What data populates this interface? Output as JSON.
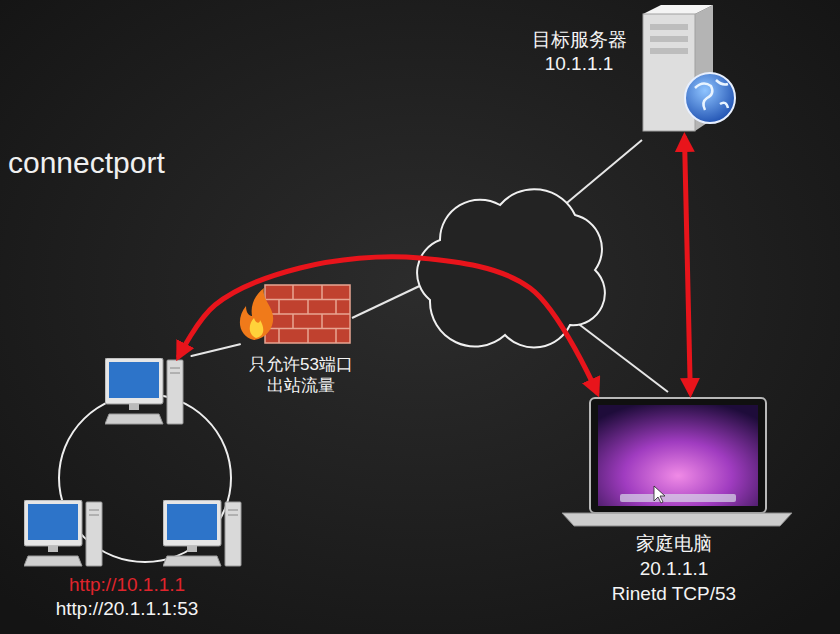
{
  "diagram": {
    "nodes": [
      {
        "text": [
          "目标服务器",
          "10.1.1.1"
        ]
      },
      {
        "text": [
          "只允许53端口 出站流量"
        ]
      },
      {
        "text": [
          "http://10.1.1.1",
          "http://20.1.1.1:53"
        ]
      },
      {
        "text": [
          "家庭电脑",
          "20.1.1.1",
          "Rinetd TCP/53"
        ]
      }
    ],
    "edges": [
      {
        "from": 0,
        "to": 3,
        "arrow": "both"
      },
      {
        "from": 2,
        "to": 3,
        "arrow": "both"
      },
      {
        "from": 1,
        "to": 2,
        "arrow": "none"
      }
    ],
    "labels": [
      "connectport"
    ]
  }
}
